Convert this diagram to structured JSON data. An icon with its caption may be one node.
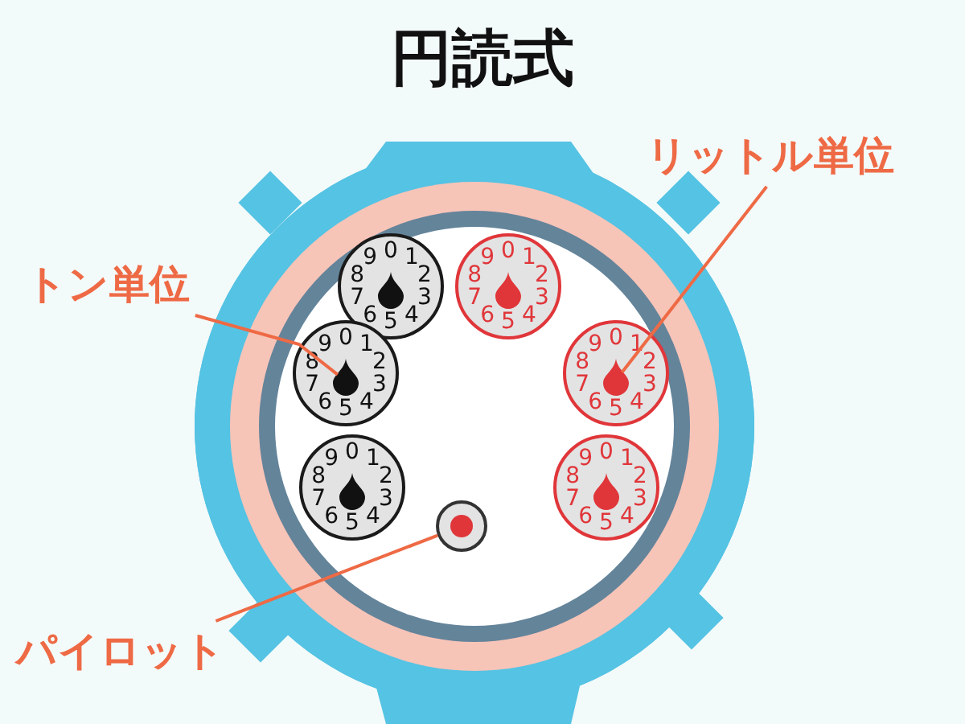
{
  "diagram": {
    "title": "円読式",
    "nodes": [
      {
        "text": [
          "リットル単位"
        ]
      },
      {
        "text": [
          "トン単位"
        ]
      },
      {
        "text": [
          "0",
          "1",
          "2",
          "3",
          "4",
          "5",
          "6",
          "7",
          "8",
          "9"
        ]
      },
      {
        "text": [
          "0",
          "1",
          "2",
          "3",
          "4",
          "5",
          "6",
          "7",
          "8",
          "9"
        ]
      },
      {
        "text": [
          "0",
          "1",
          "2",
          "3",
          "4",
          "5",
          "6",
          "7",
          "8",
          "9"
        ]
      },
      {
        "text": [
          "0",
          "1",
          "2",
          "3",
          "4",
          "5",
          "6",
          "7",
          "8",
          "9"
        ]
      },
      {
        "text": [
          "0",
          "1",
          "2",
          "3",
          "4",
          "5",
          "6",
          "7",
          "8",
          "9"
        ]
      },
      {
        "text": [
          "0",
          "1",
          "2",
          "3",
          "4",
          "5",
          "6",
          "7",
          "8",
          "9"
        ]
      },
      {
        "text": [],
        "shape": "circle"
      },
      {
        "text": [
          "パイロット"
        ]
      }
    ],
    "edges": [
      {
        "from": 0,
        "to": 5,
        "arrow": "none"
      },
      {
        "from": 1,
        "to": 4,
        "arrow": "none"
      },
      {
        "from": 9,
        "to": 8,
        "arrow": "none"
      }
    ]
  }
}
